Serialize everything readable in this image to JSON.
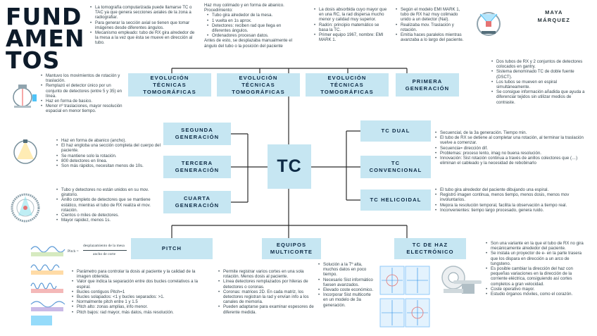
{
  "header": {
    "title_lines": [
      "FUND",
      "AMEN",
      "TOS"
    ],
    "author_lines": [
      "MAYA",
      "MÁRQUEZ"
    ]
  },
  "center": {
    "label": "TC"
  },
  "nodes": {
    "evo1": [
      "EVOLUCIÓN",
      "TÉCNICAS",
      "TOMOGRÁFICAS"
    ],
    "evo2": [
      "EVOLUCIÓN",
      "TÉCNICAS",
      "TOMOGRÁFICAS"
    ],
    "evo3": [
      "EVOLUCIÓN",
      "TÉCNICAS",
      "TOMOGRÁFICAS"
    ],
    "primera": [
      "PRIMERA",
      "GENERACIÓN"
    ],
    "segunda": [
      "SEGUNDA",
      "GENERACIÓN"
    ],
    "tercera": [
      "TERCERA",
      "GENERACIÓN"
    ],
    "cuarta": [
      "CUARTA",
      "GENERACIÓN"
    ],
    "dual": [
      "TC DUAL"
    ],
    "convencional": [
      "TC",
      "CONVENCIONAL"
    ],
    "helicoidal": [
      "TC HELICOIDAL"
    ],
    "pitch": [
      "PITCH"
    ],
    "multicorte": [
      "EQUIPOS",
      "MULTICORTE"
    ],
    "electronico": [
      "TC DE HAZ",
      "ELECTRÓNICO"
    ]
  },
  "texts": {
    "evo1": [
      "La tomografía computarizada puede llamarse TC o TAC ya que genera secciones axiales de la zona a radiografiar.",
      "Para generar la sección axial se tienen que tomar imágenes desde diferentes ángulos.",
      "Mecanismo empleado: tubo de RX gira alrededor de la mesa a la vez que ésta se mueve en dirección al tubo."
    ],
    "evo2_intro": [
      "Haz muy colimado y en forma de abanico.",
      "Procedimiento:"
    ],
    "evo2": [
      "Tubo gira alrededor de la mesa.",
      "1 vuelta en 1s aprox.",
      "Detectores: reciben rad que llega en diferentes ángulos.",
      "Ordenadores procesan datos."
    ],
    "evo2_outro": "Antes de esto, se desplazaba manualmente el ángulo del tubo o la posición del paciente",
    "evo3": [
      "La dosis absorbida cuyo mayor que en una RC, la rad dispersa mucho menor y calidad muy superior.",
      "Radón: principio matemático se basa la TC.",
      "Primer equipo 1967, nombre: EMI MARK 1."
    ],
    "primera": [
      "Según el modelo EMI MARK 1, tubo de RX haz muy colimado unido a un detector (NaI).",
      "Realizaba mov. Traslación y rotación.",
      "Emitía haces paralelos mientras avanzaba a lo largo del paciente."
    ],
    "segunda": [
      "Mantuvo los movimientos de rotación y traslación.",
      "Remplazó el detector único por un conjunto de detectores (entre 5 y 35) en línea.",
      "Haz en forma de basico.",
      "Menor nº traslaciones, mayor resolución espacial en menor tiempo."
    ],
    "tercera": [
      "Haz en forma de abanico (ancho).",
      "El haz engloba una sección completa del cuerpo del paciente.",
      "Se mantiene solo la rotación.",
      "800 detectores en línea.",
      "Son más rápidos, necesitan menos de 10s."
    ],
    "cuarta": [
      "Tubo y detectores no están unidos en su mov. giratorio.",
      "Anillo completo de detectores que se mantiene estático, mientras el tubo de RX realiza el mov. rotación.",
      "Cientos o miles de detectores.",
      "Mayor rapidez, menos 1s."
    ],
    "dual": [
      "Dos tubos de RX y 2 conjuntos de detectores colocados en gantry.",
      "Sistema denominado TC de doble fuente (DSCT).",
      "Los tubos se mueven en espiral simultáneamente.",
      "Se consigue información añadida que ayuda a diferenciar tejidos sin utilizar medios de contraste."
    ],
    "convencional": [
      "Secuencial, de la 3a generación. Tiempo min.",
      "El tubo de RX se detiene al completar una rotación, al terminar la traslación vuelve a comenzar.",
      "Secuencia= dirección dif.",
      "Problemas: proceso lento, imag no buena resolución.",
      "Innovación: Sist rotación continua a través de anillos colectores que (…) eliminan el cableado y la necesidad de rebobinarlo"
    ],
    "helicoidal": [
      "El tubo gira alrededor del paciente dibujando una espiral.",
      "Registró imagen continua, menos tiempo, menos dosis, menos mov involuntarios.",
      "Mejora la resolución temporal, facilita la observación a tiempo real.",
      "Inconvenientes: tiempo largo procesado, genera ruido."
    ],
    "pitch": [
      "Parámetro para controlar la dosis al paciente y la calidad de la imagen obtenida.",
      "Valor que indica la separación entre dos bucles correlativos a la espiral.",
      "Bucles contiguos Pitch=1",
      "Bucles solapados: <1 y bucles separados: >1.",
      "Normalmente pitch entre 1 y 1.5",
      "Pitch alto: zonas amplias, info menor.",
      "Pitch bajos: rad mayor, más datos, más resolución."
    ],
    "multi_left": [
      "Permite registrar varios cortes en una sola rotación. Menos dosis al paciente.",
      "Línea detectores remplazados por hileras de detectores o coronas.",
      "Coronas: matrices 2D. En cada matriz, los detectores registran la rad y envían info a los canales de memoria.",
      "Pueden adaptarse para examinar espesores de diferente medida."
    ],
    "multi_right": [
      "Solución a la Tº alta, muchos datos en poco tiempo.",
      "Necesario Sist informático fuesen avanzados.",
      "Elevado coste económico.",
      "Incorporar Sist multicorte en un modelo de 3a generación."
    ],
    "electronico": [
      "Son una variante en la que el tubo de RX no gira mecánicamente alrededor del paciente.",
      "Se instala un proyector de e- en la parte trasera que los dispara en dirección a un arco de tungsteno.",
      "Es posible cambiar la dirección del haz con pequeñas variaciones en la dirección de la corriente eléctrica, consiguiendo así cortes completos a gran velocidad.",
      "Coste operativo mayor.",
      "Estudio órganos móviles, como el corazón."
    ]
  },
  "formula": {
    "lhs": "Pitch =",
    "numerator": "desplazamiento de la mesa",
    "denominator": "ancho de corte"
  },
  "colors": {
    "node_bg": "#c6e6f2",
    "node_text": "#0d2a45",
    "line": "#2b2b2b",
    "title": "#0d1b2a"
  },
  "icons": [
    "scanner-illustration",
    "gantry-diagram-icon",
    "detector-ring-icon",
    "pitch-helix-icon",
    "ct-scan-images-icon",
    "ct-scanner-machine-icon"
  ]
}
